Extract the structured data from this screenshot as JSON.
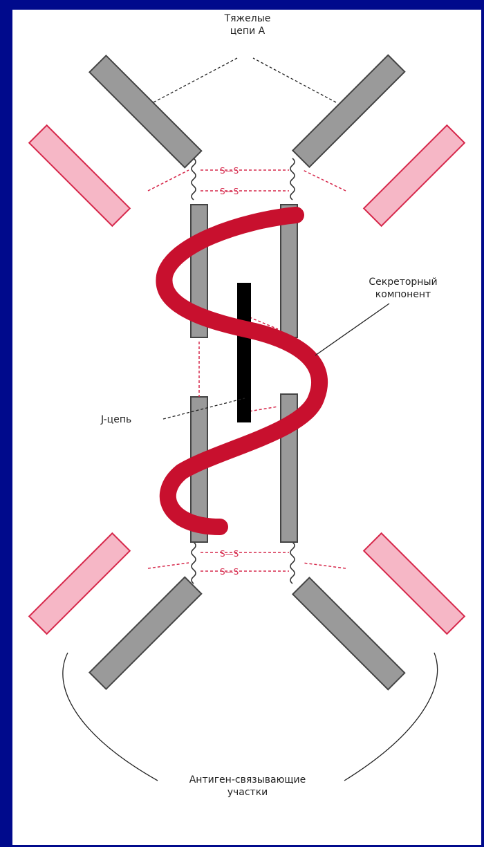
{
  "labels": {
    "heavy_chains": [
      "Тяжелые",
      "цепи А"
    ],
    "secretory_component": [
      "Секреторный",
      "компонент"
    ],
    "j_chain": "J-цепь",
    "antigen_binding_sites": [
      "Антиген-связывающие",
      "участки"
    ]
  },
  "bond_labels": {
    "ss": "S—S"
  },
  "colors": {
    "background": "#000a8c",
    "panel": "#ffffff",
    "heavy_chain": "#9a9a9a",
    "light_chain": "#f6b7c6",
    "secretory_component": "#c8102e",
    "j_chain": "#000000",
    "bond": "#d6284b"
  }
}
